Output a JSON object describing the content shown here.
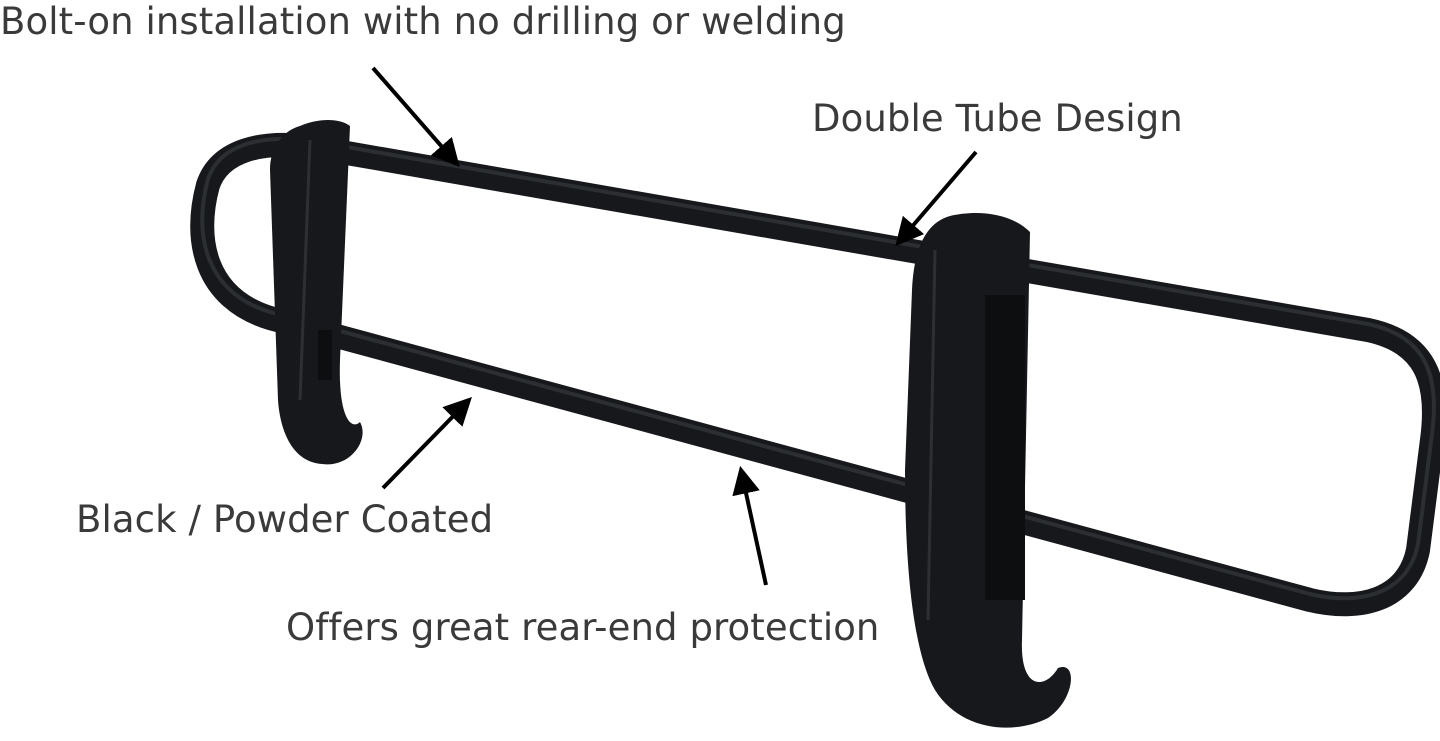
{
  "callouts": [
    {
      "text": "Bolt-on installation with no drilling or welding"
    },
    {
      "text": "Double Tube Design"
    },
    {
      "text": "Black / Powder Coated"
    },
    {
      "text": "Offers great rear-end protection"
    }
  ],
  "colors": {
    "background": "#ffffff",
    "product": "#16181b",
    "text": "#3a3a3a",
    "arrow": "#000000"
  }
}
